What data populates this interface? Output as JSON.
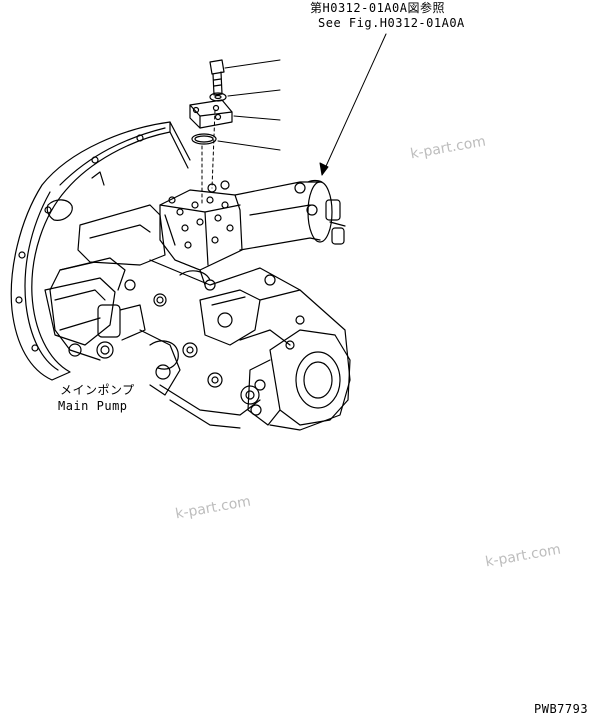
{
  "labels": {
    "reference_ja": "第H0312-01A0A図参照",
    "reference_en": "See Fig.H0312-01A0A",
    "part_ja": "メインポンプ",
    "part_en": "Main Pump",
    "drawing_number": "PWB7793"
  },
  "watermarks": [
    "k-part.com",
    "k-part.com",
    "k-part.com"
  ],
  "colors": {
    "line": "#000000",
    "watermark": "#bdbdbd",
    "background": "#ffffff"
  }
}
